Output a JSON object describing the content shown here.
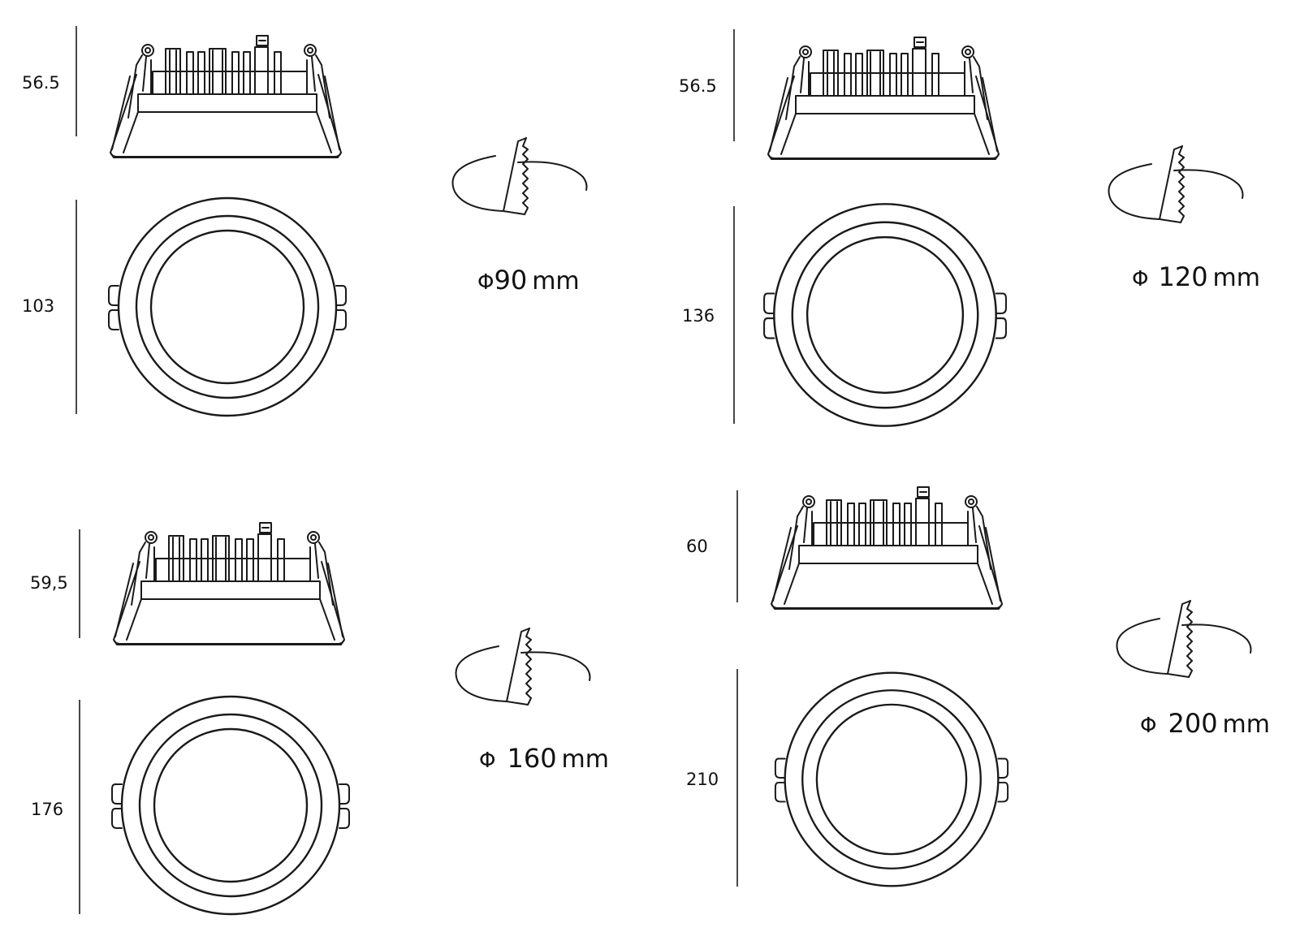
{
  "models": [
    {
      "height_label": "56.5",
      "diameter_label": "103",
      "cutout": {
        "symbol": "Φ",
        "value": "90",
        "unit": "mm"
      }
    },
    {
      "height_label": "56.5",
      "diameter_label": "136",
      "cutout": {
        "symbol": "Φ",
        "value": "120",
        "unit": "mm"
      }
    },
    {
      "height_label": "59,5",
      "diameter_label": "176",
      "cutout": {
        "symbol": "Φ",
        "value": "160",
        "unit": "mm"
      }
    },
    {
      "height_label": "60",
      "diameter_label": "210",
      "cutout": {
        "symbol": "Φ",
        "value": "200",
        "unit": "mm"
      }
    }
  ]
}
